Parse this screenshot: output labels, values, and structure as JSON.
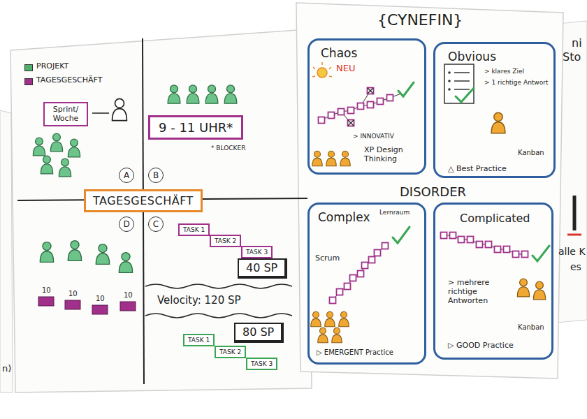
{
  "diagram": {
    "nodes": [
      {
        "text": [
          "Sprint/ Woche"
        ]
      },
      {
        "text": [
          "9 - 11 UHR*"
        ]
      },
      {
        "text": [
          "A"
        ]
      },
      {
        "text": [
          "B"
        ]
      },
      {
        "text": [
          "TAGESGESCHÄFT"
        ]
      },
      {
        "text": [
          "D"
        ]
      },
      {
        "text": [
          "C"
        ]
      },
      {
        "text": [
          "TASK 1"
        ]
      },
      {
        "text": [
          "TASK 2"
        ]
      },
      {
        "text": [
          "TASK 3"
        ]
      },
      {
        "text": [
          "40 SP"
        ]
      },
      {
        "text": [
          "80 SP"
        ]
      },
      {
        "text": [
          "TASK 1"
        ]
      },
      {
        "text": [
          "TASK 2"
        ]
      },
      {
        "text": [
          "TASK 3"
        ]
      },
      {
        "text": [
          "Chaos",
          "NEU",
          "> INNOVATIV",
          "XP Design Thinking"
        ]
      },
      {
        "text": [
          "Obvious",
          "> klares Ziel",
          "> 1 richtige Antwort",
          "Kanban",
          "△ Best Practice"
        ]
      },
      {
        "text": [
          "Complex",
          "Lernraum",
          "Scrum",
          "▷ EMERGENT Practice"
        ]
      },
      {
        "text": [
          "Complicated",
          "> mehrere richtige Antworten",
          "Kanban",
          "▷ GOOD Practice"
        ]
      }
    ],
    "labels": [
      "* BLOCKER",
      "10",
      "10",
      "10",
      "10",
      "Velocity: 120 SP",
      "{CYNEFIN}",
      "DISORDER",
      "n)",
      "ni",
      "Sto",
      "alle K",
      "es"
    ],
    "legend": [
      {
        "text": "PROJEKT",
        "color": "#4fb06b"
      },
      {
        "text": "TAGESGESCHÄFT",
        "color": "#a0308a"
      }
    ]
  }
}
